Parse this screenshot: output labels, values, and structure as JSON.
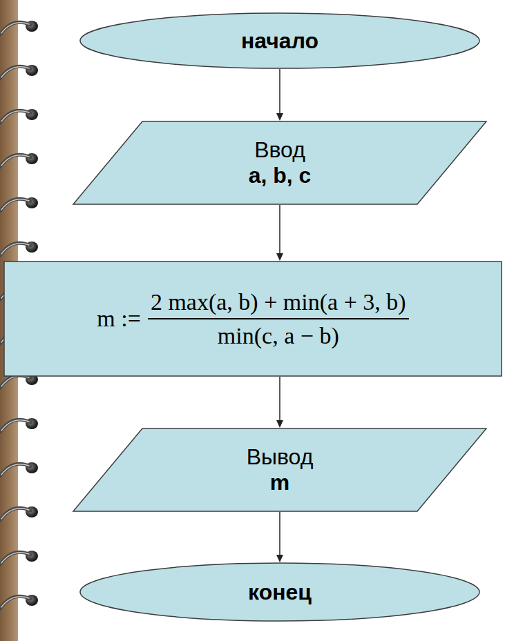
{
  "diagram": {
    "nodes": [
      {
        "text": [
          "начало"
        ]
      },
      {
        "text": [
          "Ввод",
          "a, b, c"
        ]
      },
      {
        "text": [
          "m :=",
          "2 max(a, b) + min(a + 3, b)",
          "min(c, a − b)"
        ]
      },
      {
        "text": [
          "Вывод",
          "m"
        ]
      },
      {
        "text": [
          "конец"
        ]
      }
    ],
    "edges": [
      {
        "from": 0,
        "to": 1,
        "arrow": "to"
      },
      {
        "from": 1,
        "to": 2,
        "arrow": "to"
      },
      {
        "from": 2,
        "to": 3,
        "arrow": "to"
      },
      {
        "from": 3,
        "to": 4,
        "arrow": "to"
      }
    ]
  }
}
